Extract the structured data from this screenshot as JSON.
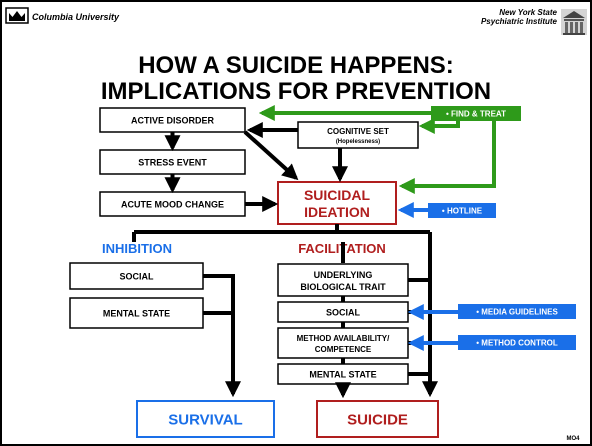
{
  "header": {
    "university": "Columbia University",
    "institute_line1": "New York State",
    "institute_line2": "Psychiatric Institute"
  },
  "title": {
    "line1": "HOW A SUICIDE HAPPENS:",
    "line2": "IMPLICATIONS FOR PREVENTION"
  },
  "boxes": {
    "active_disorder": "ACTIVE DISORDER",
    "cognitive_set": "COGNITIVE SET",
    "cognitive_set_sub": "(Hopelessness)",
    "stress_event": "STRESS EVENT",
    "acute_mood_change": "ACUTE MOOD CHANGE",
    "ideation_line1": "SUICIDAL",
    "ideation_line2": "IDEATION"
  },
  "inhibition": {
    "heading": "INHIBITION",
    "social": "SOCIAL",
    "mental_state": "MENTAL STATE"
  },
  "facilitation": {
    "heading": "FACILITATION",
    "biological_line1": "UNDERLYING",
    "biological_line2": "BIOLOGICAL TRAIT",
    "social": "SOCIAL",
    "method_line1": "METHOD AVAILABILITY/",
    "method_line2": "COMPETENCE",
    "mental_state": "MENTAL STATE"
  },
  "interventions": {
    "find_treat": "• FIND & TREAT",
    "hotline": "• HOTLINE",
    "media": "• MEDIA GUIDELINES",
    "method_control": "• METHOD CONTROL"
  },
  "outcomes": {
    "survival": "SURVIVAL",
    "suicide": "SUICIDE"
  },
  "slide_code": "MO4",
  "colors": {
    "green": "#2e9a1a",
    "blue": "#1a6fe8",
    "red": "#b01e1e",
    "black": "#000000"
  }
}
